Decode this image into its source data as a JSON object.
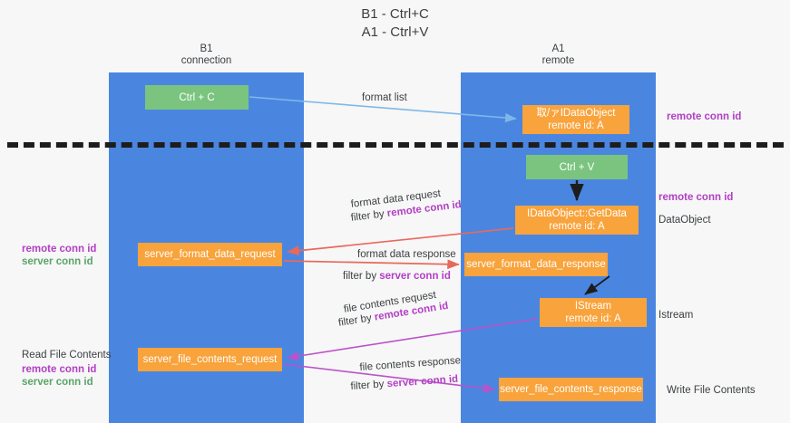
{
  "title": {
    "line1": "B1 - Ctrl+C",
    "line2": "A1 - Ctrl+V"
  },
  "lanes": {
    "left": {
      "name": "B1",
      "role": "connection",
      "color": "#4a86e0"
    },
    "right": {
      "name": "A1",
      "role": "remote",
      "color": "#4a86e0"
    }
  },
  "colors": {
    "lane": "#4a86e0",
    "orange_box": "#f8a33c",
    "green_box": "#7bc47f",
    "purple_text": "#b23fc4",
    "green_text": "#5aa469",
    "blue_arrow": "#7fb8e8",
    "red_arrow": "#e8695c",
    "magenta_arrow": "#bb52c9",
    "black_arrow": "#1d1d1d",
    "divider": "#1d1d1d",
    "background": "#f7f7f7"
  },
  "boxes": {
    "ctrl_c": "Ctrl + C",
    "idataobject": {
      "line1": "取/ァIDataObject",
      "line2": "remote id: A"
    },
    "ctrl_v": "Ctrl + V",
    "getdata": {
      "line1": "IDataObject::GetData",
      "line2": "remote id: A"
    },
    "server_format_data_request": "server_format_data_request",
    "server_format_data_response": "server_format_data_response",
    "istream": {
      "line1": "IStream",
      "line2": "remote id: A"
    },
    "server_file_contents_request": "server_file_contents_request",
    "server_file_contents_response": "server_file_contents_response"
  },
  "arrow_labels": {
    "format_list": "format list",
    "format_data_request": "format data request",
    "format_data_request_filter_prefix": "filter by ",
    "format_data_request_filter_key": "remote conn id",
    "format_data_response": "format data response",
    "format_data_response_filter_prefix": "filter by ",
    "format_data_response_filter_key": "server conn id",
    "file_contents_request": "file contents request",
    "file_contents_request_filter_prefix": "filter by ",
    "file_contents_request_filter_key": "remote conn id",
    "file_contents_response": "file contents response",
    "file_contents_response_filter_prefix": "filter by ",
    "file_contents_response_filter_key": "server conn id"
  },
  "side_labels": {
    "right_remote_conn_id_top": "remote conn id",
    "right_remote_conn_id_mid": "remote conn id",
    "right_dataobject": "DataObject",
    "right_istream": "Istream",
    "right_write_file_contents": "Write File Contents",
    "left_remote_conn_id_mid": "remote conn id",
    "left_server_conn_id_mid": "server conn id",
    "left_read_file_contents": "Read File Contents",
    "left_remote_conn_id_bottom": "remote conn id",
    "left_server_conn_id_bottom": "server conn id"
  }
}
